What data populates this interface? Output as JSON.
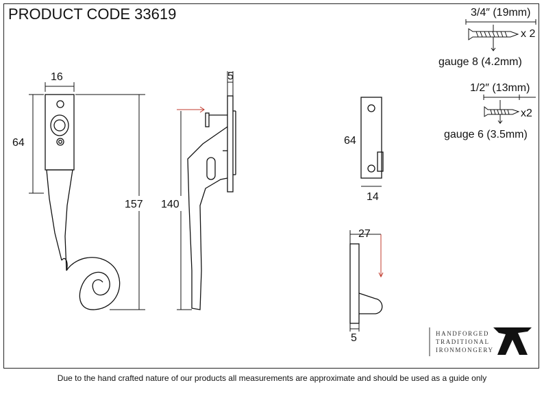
{
  "title": "PRODUCT CODE 33619",
  "dimensions": {
    "width_top": "16",
    "height_top": "64",
    "length_total": "157",
    "length_side": "140",
    "plate_thickness": "5",
    "keep_height": "64",
    "keep_width": "14",
    "catch_depth": "27",
    "catch_thickness": "5"
  },
  "screws": [
    {
      "size": "3/4″ (19mm)",
      "qty": "x 2",
      "gauge": "gauge 8 (4.2mm)"
    },
    {
      "size": "1/2″ (13mm)",
      "qty": "x2",
      "gauge": "gauge 6 (3.5mm)"
    }
  ],
  "brand": {
    "line1": "HANDFORGED",
    "line2": "TRADITIONAL",
    "line3": "IRONMONGERY",
    "logo": "anvil-logo-icon"
  },
  "disclaimer": "Due to the hand crafted nature of our products all measurements are approximate and should be used as a guide only",
  "colors": {
    "line": "#111111",
    "accent": "#c0392b"
  }
}
